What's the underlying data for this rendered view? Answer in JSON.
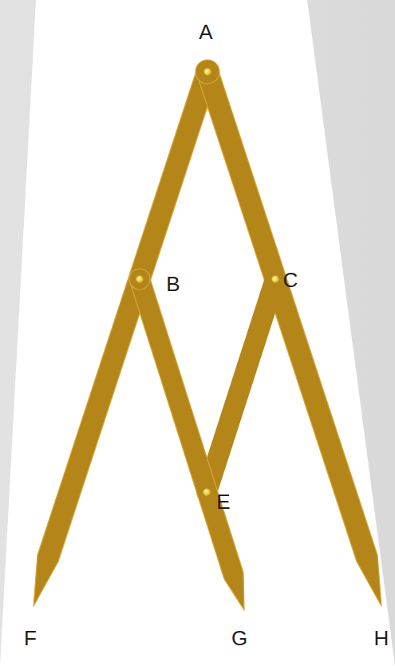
{
  "diagram": {
    "labels": [
      "A",
      "B",
      "C",
      "E",
      "F",
      "G",
      "H"
    ]
  }
}
